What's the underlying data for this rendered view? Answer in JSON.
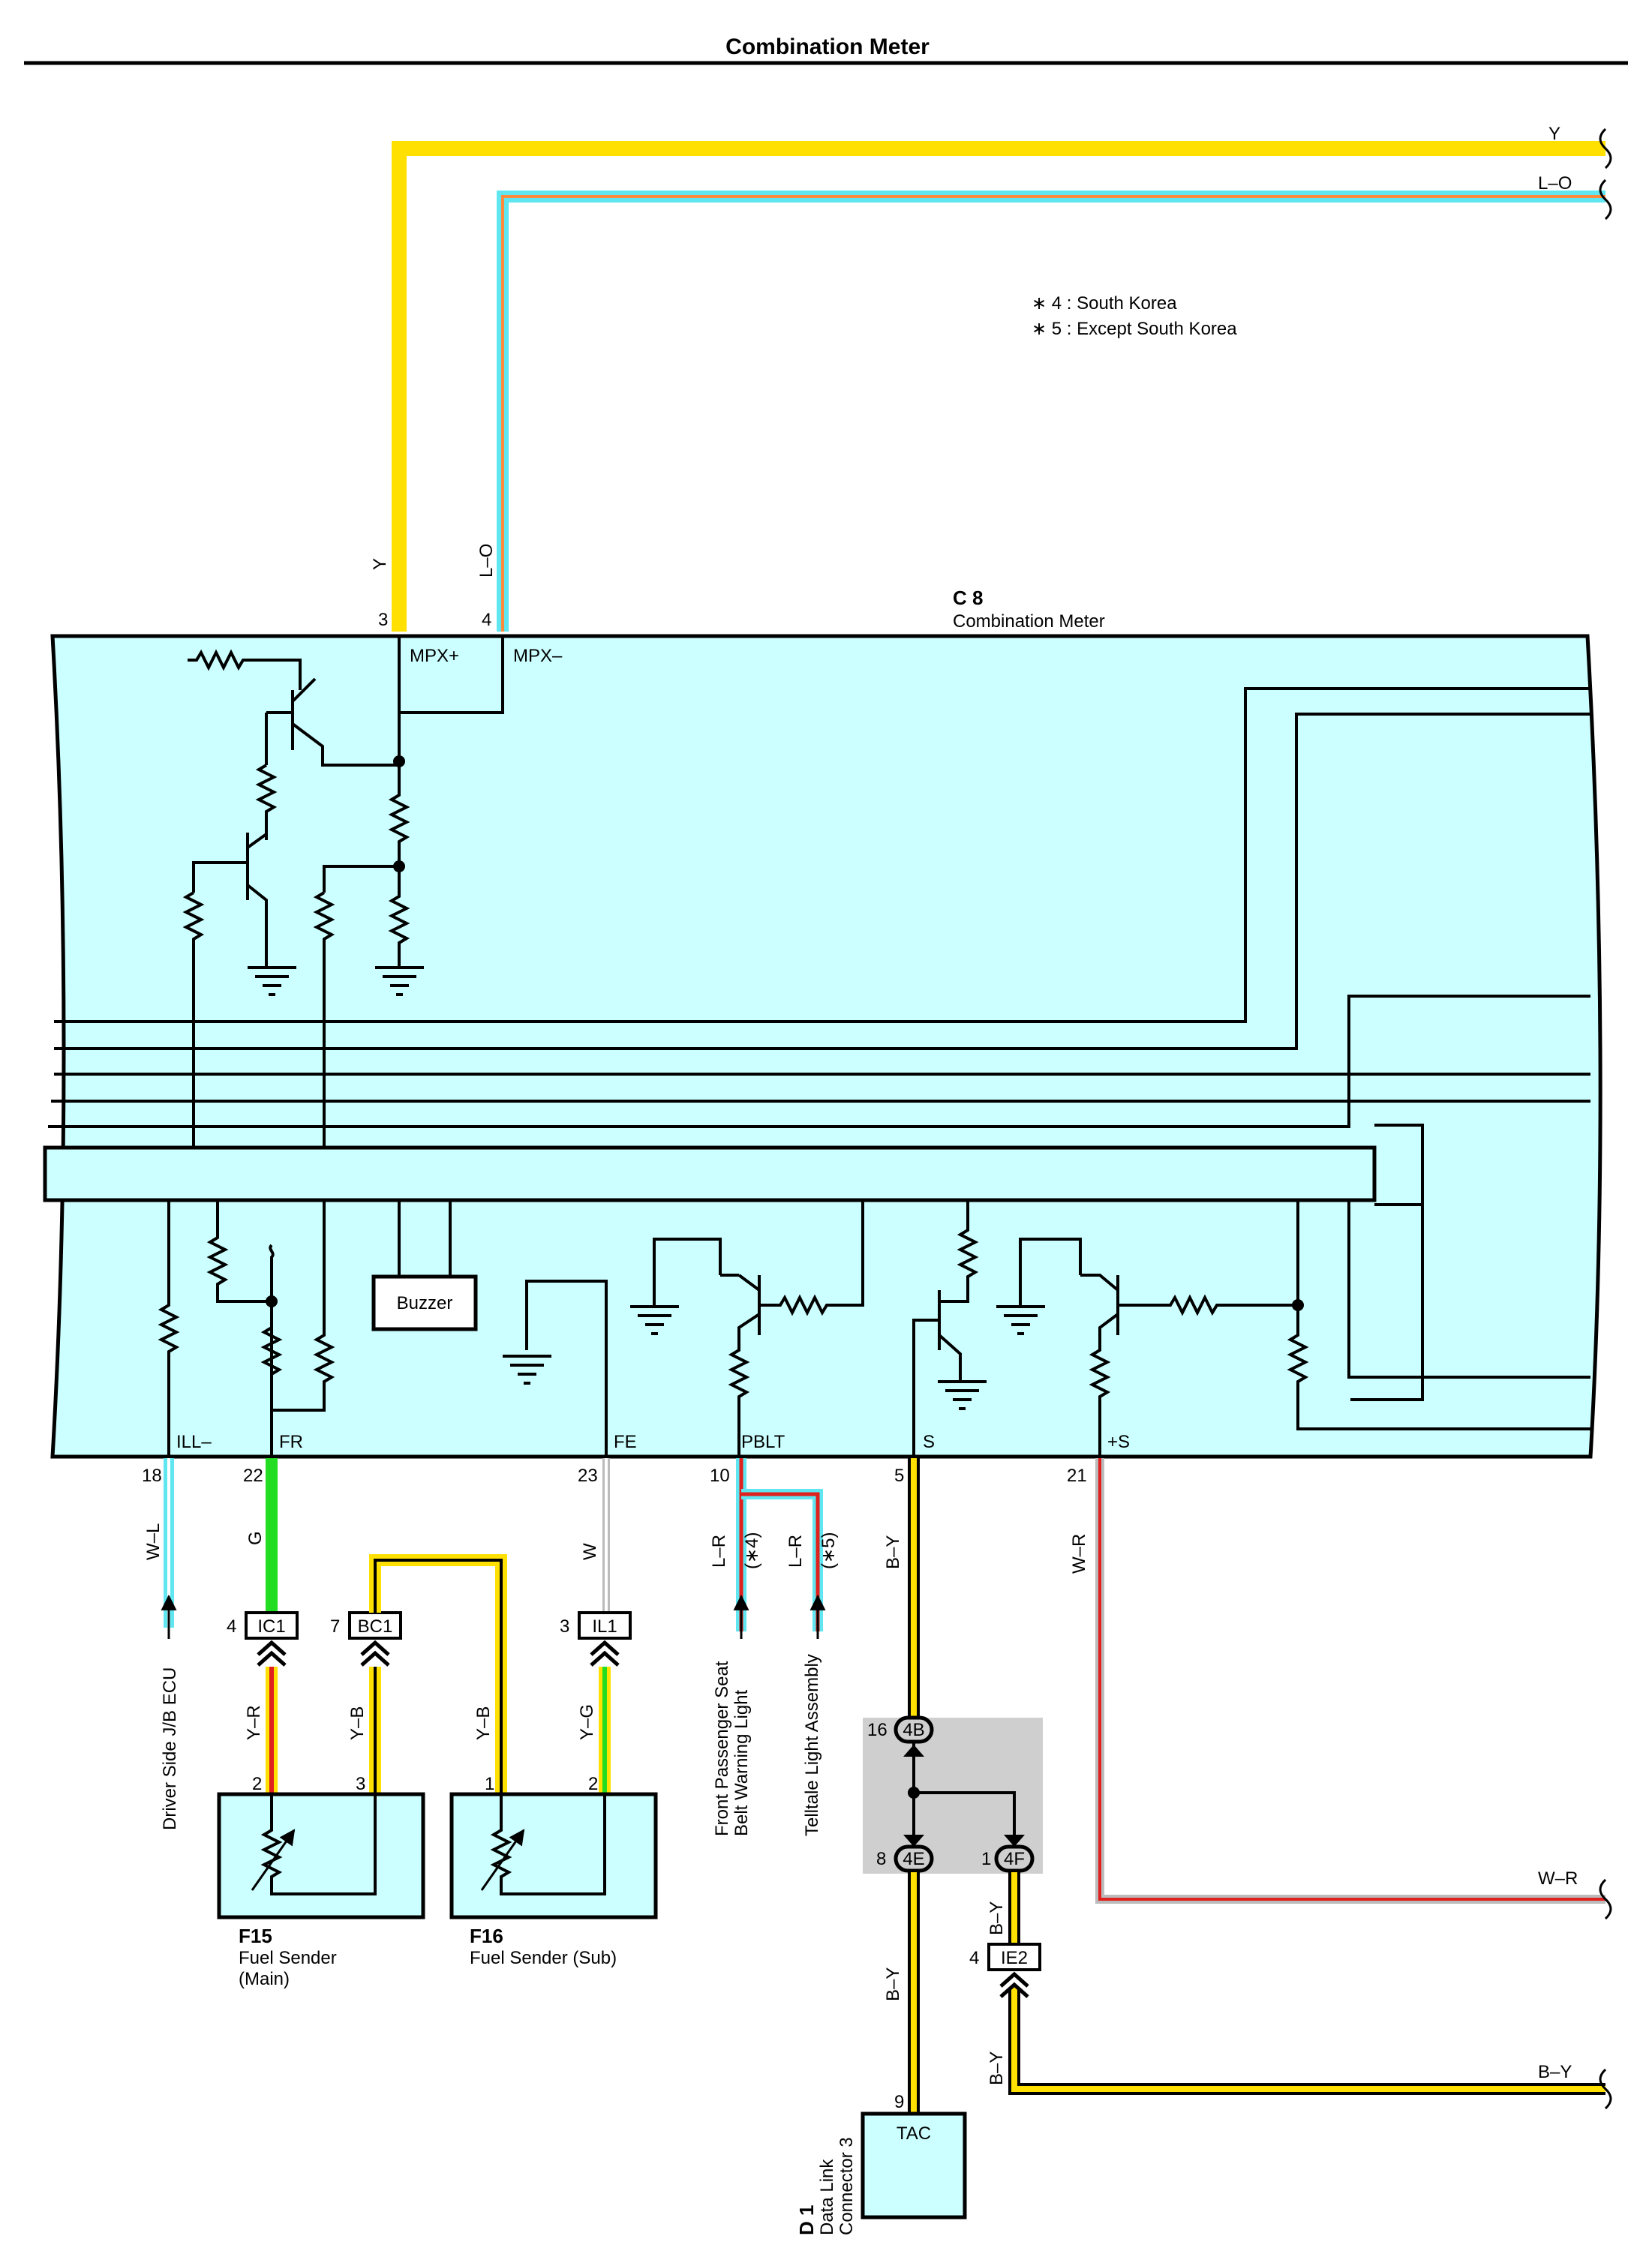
{
  "title": "Combination Meter",
  "notes": {
    "n4": "∗ 4 : South Korea",
    "n5": "∗ 5 : Except South Korea"
  },
  "meter": {
    "code": "C 8",
    "name": "Combination Meter",
    "buzzer": "Buzzer"
  },
  "top_wires": {
    "y": "Y",
    "lo": "L–O"
  },
  "top_pins": {
    "p3": "3",
    "p4": "4",
    "c3": "Y",
    "c4": "L–O",
    "mpx_plus": "MPX+",
    "mpx_minus": "MPX–"
  },
  "terminals": {
    "ill": "ILL–",
    "fr": "FR",
    "fe": "FE",
    "pblt": "PBLT",
    "s": "S",
    "ps": "+S"
  },
  "bottom_pins": {
    "p18": "18",
    "p22": "22",
    "p23": "23",
    "p10": "10",
    "p5": "5",
    "p21": "21"
  },
  "wire_colors": {
    "wl": "W–L",
    "g": "G",
    "w": "W",
    "lr": "L–R",
    "lr2": "L–R",
    "by": "B–Y",
    "wr": "W–R",
    "yr": "Y–R",
    "yb1": "Y–B",
    "yb2": "Y–B",
    "yg": "Y–G",
    "by2": "B–Y",
    "by3": "B–Y",
    "by4": "B–Y",
    "wr_right": "W–R",
    "by_right": "B–Y"
  },
  "variants": {
    "v4": "(∗4)",
    "v5": "(∗5)"
  },
  "connectors": {
    "ic1": "IC1",
    "ic1_pin": "4",
    "bc1": "BC1",
    "bc1_pin": "7",
    "il1": "IL1",
    "il1_pin": "3",
    "ie2": "IE2",
    "ie2_pin": "4",
    "b4": "4B",
    "b4_pin": "16",
    "e4": "4E",
    "e4_pin": "8",
    "f4": "4F",
    "f4_pin": "1"
  },
  "sender_pins": {
    "f15_2": "2",
    "f15_3": "3",
    "f16_1": "1",
    "f16_2": "2",
    "d1_9": "9"
  },
  "components": {
    "f15_code": "F15",
    "f15_name1": "Fuel Sender",
    "f15_name2": "(Main)",
    "f16_code": "F16",
    "f16_name": "Fuel Sender (Sub)",
    "d1_code": "D 1",
    "d1_name1": "Data Link",
    "d1_name2": "Connector 3",
    "tac": "TAC"
  },
  "destinations": {
    "driver_ecu": "Driver Side J/B ECU",
    "front_pass1": "Front Passenger Seat",
    "front_pass2": "Belt Warning Light",
    "telltale": "Telltale Light Assembly"
  },
  "colors": {
    "yellow": "#ffe000",
    "cyan": "#5fe6f0",
    "orange": "#ff8a3c",
    "red": "#e0201c",
    "green": "#22dd22",
    "gray": "#bbbbbb",
    "meter_fill": "#ccffff",
    "junction_fill": "#cfcfcf"
  }
}
